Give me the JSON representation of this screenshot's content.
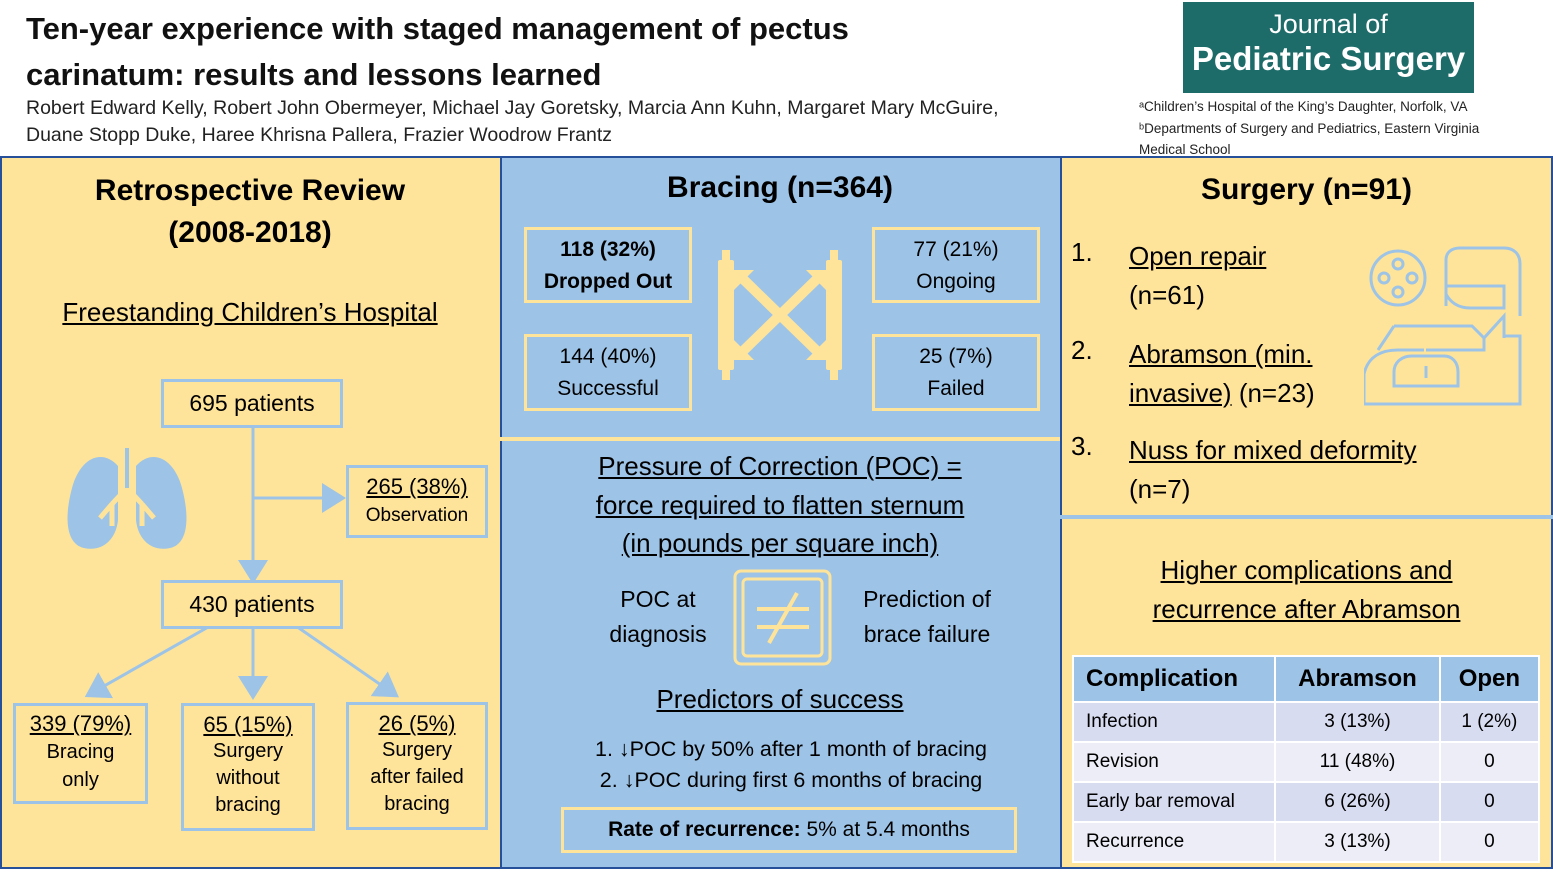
{
  "header": {
    "title_line1": "Ten-year experience with staged management of pectus",
    "title_line2": "carinatum: results and lessons learned",
    "authors_line1": "Robert Edward Kelly, Robert John Obermeyer, Michael Jay Goretsky, Marcia Ann Kuhn, Margaret Mary McGuire,",
    "authors_line2": "Duane Stopp Duke, Haree Khrisna Pallera, Frazier Woodrow Frantz",
    "journal_line1": "Journal of",
    "journal_line2": "Pediatric Surgery",
    "affil_a": "ᵃChildren’s Hospital of the King’s Daughter, Norfolk, VA",
    "affil_b1": "ᵇDepartments of Surgery and Pediatrics, Eastern Virginia",
    "affil_b2": "Medical School"
  },
  "retro": {
    "heading1": "Retrospective Review",
    "heading2": "(2008-2018)",
    "subheading": "Freestanding Children’s Hospital",
    "box_695": "695 patients",
    "obs_value": "265 (38%)",
    "obs_label": "Observation",
    "box_430": "430 patients",
    "bracing_value": "339 (79%)",
    "bracing_l1": "Bracing",
    "bracing_l2": "only",
    "surg_value": "65 (15%)",
    "surg_l1": "Surgery",
    "surg_l2": "without",
    "surg_l3": "bracing",
    "failed_value": "26 (5%)",
    "failed_l1": "Surgery",
    "failed_l2": "after failed",
    "failed_l3": "bracing"
  },
  "bracing": {
    "heading": "Bracing (n=364)",
    "dropped_v": "118 (32%)",
    "dropped_l": "Dropped Out",
    "ongoing_v": "77 (21%)",
    "ongoing_l": "Ongoing",
    "success_v": "144 (40%)",
    "success_l": "Successful",
    "failed_v": "25 (7%)",
    "failed_l": "Failed"
  },
  "poc": {
    "def1": "Pressure of Correction (POC) =",
    "def2": "force required to flatten sternum",
    "def3": "(in pounds per square inch)",
    "left1": "POC at",
    "left2": "diagnosis",
    "right1": "Prediction of",
    "right2": "brace failure",
    "pred_heading": "Predictors of success",
    "pred1": "1. ↓POC by 50% after 1 month of bracing",
    "pred2": "2. ↓POC during first 6 months of bracing",
    "recur_label": "Rate of recurrence:",
    "recur_value": " 5% at 5.4 months"
  },
  "surgery": {
    "heading": "Surgery (n=91)",
    "i1_num": "1.",
    "i1_name": "Open repair",
    "i1_n": "(n=61)",
    "i2_num": "2.",
    "i2_name_a": "Abramson (min.",
    "i2_name_b": "invasive)",
    "i2_n": " (n=23)",
    "i3_num": "3.",
    "i3_name": "Nuss for mixed deformity",
    "i3_n": "(n=7)"
  },
  "complications": {
    "heading1": "Higher complications and",
    "heading2": "recurrence after Abramson",
    "col1": "Complication",
    "col2": "Abramson",
    "col3": "Open",
    "rows": [
      {
        "name": "Infection",
        "abramson": "3 (13%)",
        "open": "1 (2%)"
      },
      {
        "name": "Revision",
        "abramson": "11 (48%)",
        "open": "0"
      },
      {
        "name": "Early bar removal",
        "abramson": "6 (26%)",
        "open": "0"
      },
      {
        "name": "Recurrence",
        "abramson": "3 (13%)",
        "open": "0"
      }
    ]
  },
  "icons": {
    "lungs": "lungs-icon",
    "brace": "brace-arrows-icon",
    "not_equal": "not-equal-icon",
    "surgeon": "surgeon-icon"
  },
  "colors": {
    "yellow": "#fee49a",
    "blue": "#9dc3e6",
    "journal": "#1e6c6a",
    "border": "#27509a"
  }
}
